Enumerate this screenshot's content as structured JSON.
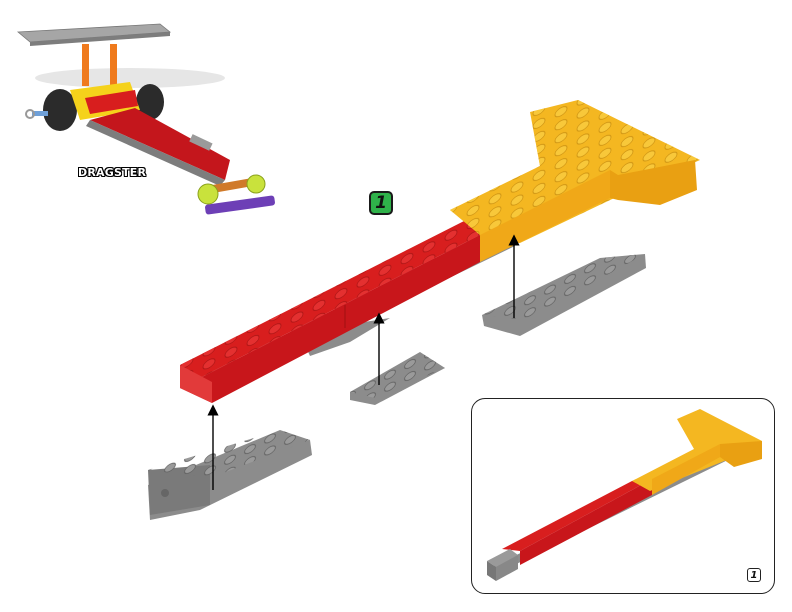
{
  "model": {
    "name": "DRAGSTER",
    "preview_image": "dragster-model-preview"
  },
  "step": {
    "number": "1",
    "badge_color": "#2fb24a"
  },
  "parts": {
    "red_bricks": {
      "color": "#d81e1e",
      "count": 2,
      "shape": "2x8 brick"
    },
    "yellow_t_brick": {
      "color": "#f4b721",
      "shape": "T-shaped brick assembly"
    },
    "gray_plates": {
      "color": "#8a8a8a",
      "count": 4
    }
  },
  "inset": {
    "step_number": "1",
    "description": "assembled-result-preview"
  },
  "colors": {
    "red": "#d81e1e",
    "yellow": "#f4b721",
    "gray": "#8c8c8c",
    "green_badge": "#2fb24a"
  }
}
